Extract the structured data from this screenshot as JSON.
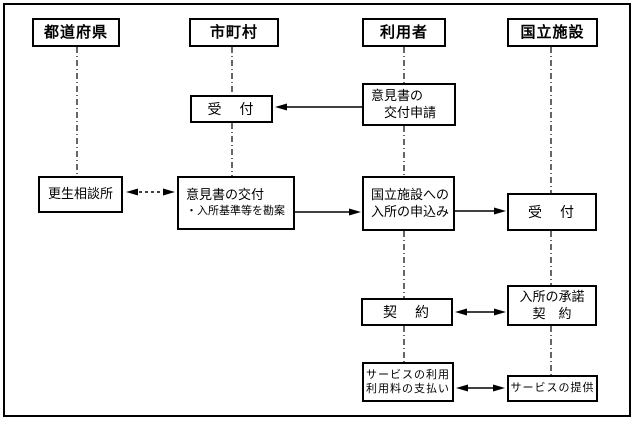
{
  "diagram": {
    "headers": {
      "prefecture": "都道府県",
      "municipality": "市町村",
      "user": "利用者",
      "national_facility": "国立施設"
    },
    "nodes": {
      "reception_municipal": "受　付",
      "opinion_request": {
        "line1": "意見書の",
        "line2": "交付申請"
      },
      "rehab_office": "更生相談所",
      "opinion_issue": {
        "line1": "意見書の交付",
        "line2": "・入所基準等を勘案"
      },
      "admission_application": {
        "line1": "国立施設への",
        "line2": "入所の申込み"
      },
      "reception_national": "受　付",
      "contract": "契　約",
      "admission_consent": {
        "line1": "入所の承諾",
        "line2": "契　約"
      },
      "service_use": {
        "line1": "サービスの利用",
        "line2": "利用料の支払い"
      },
      "service_provision": "サービスの提供"
    },
    "colors": {
      "line": "#000000",
      "background": "#ffffff"
    }
  }
}
